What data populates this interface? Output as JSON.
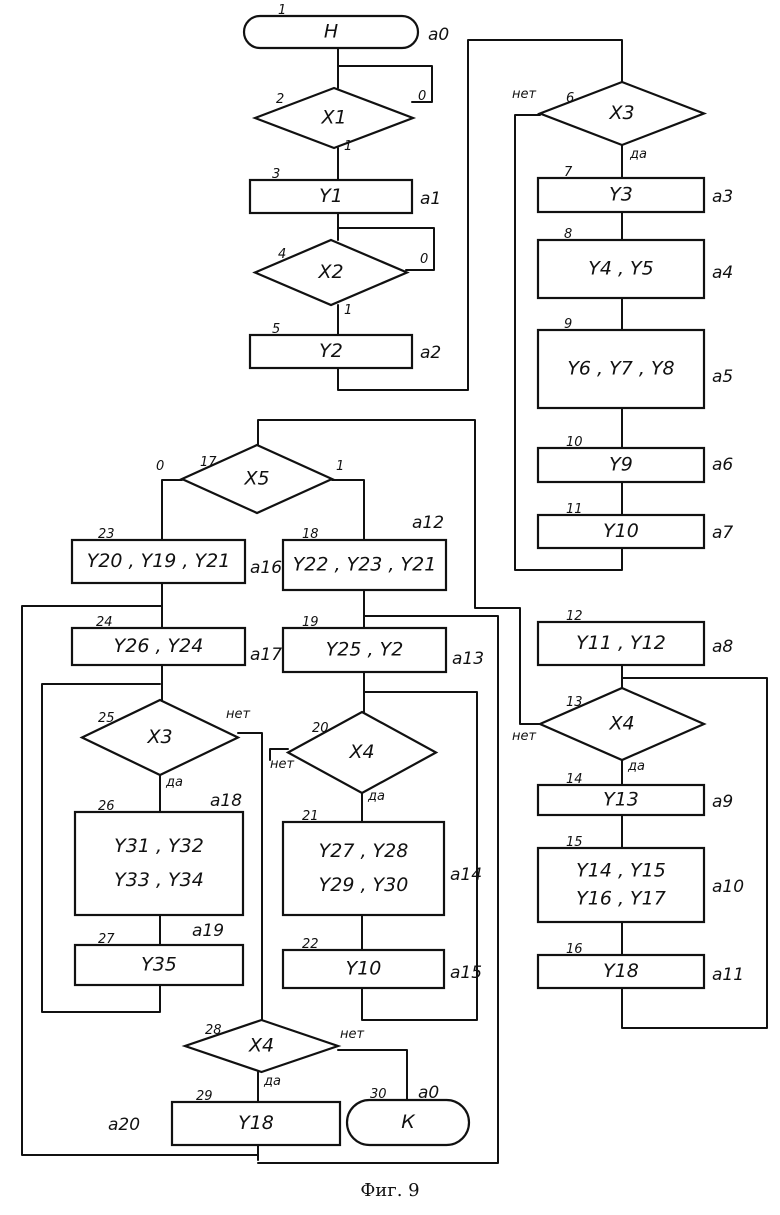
{
  "figure": {
    "caption": "Фиг. 9"
  },
  "nodes": [
    {
      "id": "b1",
      "num": "1",
      "shape": "terminal",
      "lines": [
        "Н"
      ],
      "state": "a0"
    },
    {
      "id": "b2",
      "num": "2",
      "shape": "decision",
      "lines": [
        "X1"
      ]
    },
    {
      "id": "b3",
      "num": "3",
      "shape": "process",
      "lines": [
        "Y1"
      ],
      "state": "a1"
    },
    {
      "id": "b4",
      "num": "4",
      "shape": "decision",
      "lines": [
        "X2"
      ]
    },
    {
      "id": "b5",
      "num": "5",
      "shape": "process",
      "lines": [
        "Y2"
      ],
      "state": "a2"
    },
    {
      "id": "b6",
      "num": "6",
      "shape": "decision",
      "lines": [
        "X3"
      ]
    },
    {
      "id": "b7",
      "num": "7",
      "shape": "process",
      "lines": [
        "Y3"
      ],
      "state": "a3"
    },
    {
      "id": "b8",
      "num": "8",
      "shape": "process",
      "lines": [
        "Y4 , Y5"
      ],
      "state": "a4"
    },
    {
      "id": "b9",
      "num": "9",
      "shape": "process",
      "lines": [
        "Y6 , Y7 , Y8"
      ],
      "state": "a5"
    },
    {
      "id": "b10",
      "num": "10",
      "shape": "process",
      "lines": [
        "Y9"
      ],
      "state": "a6"
    },
    {
      "id": "b11",
      "num": "11",
      "shape": "process",
      "lines": [
        "Y10"
      ],
      "state": "a7"
    },
    {
      "id": "b12",
      "num": "12",
      "shape": "process",
      "lines": [
        "Y11 , Y12"
      ],
      "state": "a8"
    },
    {
      "id": "b13",
      "num": "13",
      "shape": "decision",
      "lines": [
        "X4"
      ]
    },
    {
      "id": "b14",
      "num": "14",
      "shape": "process",
      "lines": [
        "Y13"
      ],
      "state": "a9"
    },
    {
      "id": "b15",
      "num": "15",
      "shape": "process",
      "lines": [
        "Y14 , Y15",
        "Y16 , Y17"
      ],
      "state": "a10"
    },
    {
      "id": "b16",
      "num": "16",
      "shape": "process",
      "lines": [
        "Y18"
      ],
      "state": "a11"
    },
    {
      "id": "b17",
      "num": "17",
      "shape": "decision",
      "lines": [
        "X5"
      ]
    },
    {
      "id": "b18",
      "num": "18",
      "shape": "process",
      "lines": [
        "Y22 , Y23 , Y21"
      ],
      "state": "a12"
    },
    {
      "id": "b19",
      "num": "19",
      "shape": "process",
      "lines": [
        "Y25 , Y2"
      ],
      "state": "a13"
    },
    {
      "id": "b20",
      "num": "20",
      "shape": "decision",
      "lines": [
        "X4"
      ]
    },
    {
      "id": "b21",
      "num": "21",
      "shape": "process",
      "lines": [
        "Y27 , Y28",
        "Y29 , Y30"
      ],
      "state": "a14"
    },
    {
      "id": "b22",
      "num": "22",
      "shape": "process",
      "lines": [
        "Y10"
      ],
      "state": "a15"
    },
    {
      "id": "b23",
      "num": "23",
      "shape": "process",
      "lines": [
        "Y20 , Y19 , Y21"
      ],
      "state": "a16"
    },
    {
      "id": "b24",
      "num": "24",
      "shape": "process",
      "lines": [
        "Y26 , Y24"
      ],
      "state": "a17"
    },
    {
      "id": "b25",
      "num": "25",
      "shape": "decision",
      "lines": [
        "X3"
      ]
    },
    {
      "id": "b26",
      "num": "26",
      "shape": "process",
      "lines": [
        "Y31 , Y32",
        "Y33 , Y34"
      ],
      "state": "a18"
    },
    {
      "id": "b27",
      "num": "27",
      "shape": "process",
      "lines": [
        "Y35"
      ],
      "state": "a19"
    },
    {
      "id": "b28",
      "num": "28",
      "shape": "decision",
      "lines": [
        "X4"
      ]
    },
    {
      "id": "b29",
      "num": "29",
      "shape": "process",
      "lines": [
        "Y18"
      ],
      "state": "a20"
    },
    {
      "id": "b30",
      "num": "30",
      "shape": "terminal",
      "lines": [
        "К"
      ],
      "state": "a0"
    }
  ],
  "branches": [
    {
      "id": "x1-no",
      "text": "0"
    },
    {
      "id": "x1-yes",
      "text": "1"
    },
    {
      "id": "x2-no",
      "text": "0"
    },
    {
      "id": "x2-yes",
      "text": "1"
    },
    {
      "id": "x3-no",
      "text": "нет"
    },
    {
      "id": "x3-yes",
      "text": "да"
    },
    {
      "id": "x4-no",
      "text": "нет"
    },
    {
      "id": "x4-yes",
      "text": "да"
    },
    {
      "id": "x5-no",
      "text": "0"
    },
    {
      "id": "x5-yes",
      "text": "1"
    },
    {
      "id": "b25-no",
      "text": "нет"
    },
    {
      "id": "b25-yes",
      "text": "да"
    },
    {
      "id": "b20-no",
      "text": "нет"
    },
    {
      "id": "b20-yes",
      "text": "да"
    },
    {
      "id": "b28-no",
      "text": "нет"
    },
    {
      "id": "b28-yes",
      "text": "да"
    }
  ]
}
